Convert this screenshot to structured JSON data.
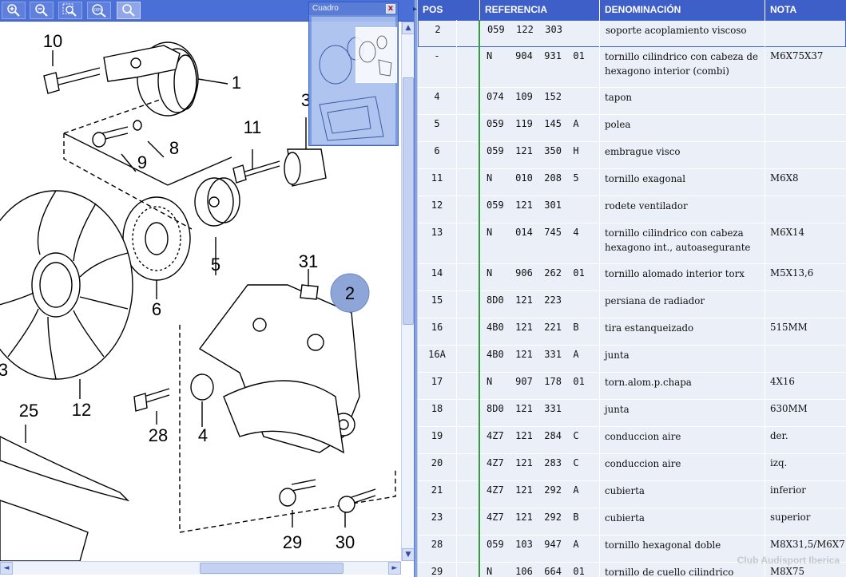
{
  "toolbar": {
    "buttons": [
      {
        "name": "zoom-in-icon"
      },
      {
        "name": "zoom-out-icon"
      },
      {
        "name": "zoom-area-icon"
      },
      {
        "name": "zoom-100-icon",
        "label": "100%"
      },
      {
        "name": "zoom-reset-icon"
      }
    ]
  },
  "overview": {
    "title": "Cuadro",
    "close_label": "x"
  },
  "callouts": [
    "10",
    "1",
    "9",
    "8",
    "11",
    "3",
    "5",
    "6",
    "31",
    "2",
    "12",
    "25",
    "28",
    "4",
    "29",
    "30",
    "3"
  ],
  "highlighted_callout": "2",
  "scroll": {
    "v_up": "▲",
    "v_down": "▼",
    "h_left": "◄",
    "h_right": "►",
    "split_arrow": "▸"
  },
  "table": {
    "headers": {
      "pos": "POS",
      "referencia": "REFERENCIA",
      "denominacion": "DENOMINACIÓN",
      "nota": "NOTA"
    },
    "rows": [
      {
        "pos": "2",
        "ref": "059  122  303",
        "den": "soporte acoplamiento viscoso",
        "nota": "",
        "selected": true
      },
      {
        "pos": "-",
        "ref": "N    904  931  01",
        "den": "tornillo cilindrico con cabeza de hexagono interior (combi)",
        "nota": "M6X75X37"
      },
      {
        "pos": "4",
        "ref": "074  109  152",
        "den": "tapon",
        "nota": ""
      },
      {
        "pos": "5",
        "ref": "059  119  145  A",
        "den": "polea",
        "nota": ""
      },
      {
        "pos": "6",
        "ref": "059  121  350  H",
        "den": "embrague visco",
        "nota": ""
      },
      {
        "pos": "11",
        "ref": "N    010  208  5",
        "den": "tornillo exagonal",
        "nota": "M6X8"
      },
      {
        "pos": "12",
        "ref": "059  121  301",
        "den": "rodete ventilador",
        "nota": ""
      },
      {
        "pos": "13",
        "ref": "N    014  745  4",
        "den": "tornillo cilindrico con cabeza hexagono int., autoasegurante",
        "nota": "M6X14"
      },
      {
        "pos": "14",
        "ref": "N    906  262  01",
        "den": "tornillo alomado interior torx",
        "nota": "M5X13,6"
      },
      {
        "pos": "15",
        "ref": "8D0  121  223",
        "den": "persiana de radiador",
        "nota": ""
      },
      {
        "pos": "16",
        "ref": "4B0  121  221  B",
        "den": "tira estanqueizado",
        "nota": "515MM"
      },
      {
        "pos": "16A",
        "ref": "4B0  121  331  A",
        "den": "junta",
        "nota": ""
      },
      {
        "pos": "17",
        "ref": "N    907  178  01",
        "den": "torn.alom.p.chapa",
        "nota": "4X16"
      },
      {
        "pos": "18",
        "ref": "8D0  121  331",
        "den": "junta",
        "nota": "630MM"
      },
      {
        "pos": "19",
        "ref": "4Z7  121  284  C",
        "den": "conduccion aire",
        "nota": "der."
      },
      {
        "pos": "20",
        "ref": "4Z7  121  283  C",
        "den": "conduccion aire",
        "nota": "izq."
      },
      {
        "pos": "21",
        "ref": "4Z7  121  292  A",
        "den": "cubierta",
        "nota": "inferior"
      },
      {
        "pos": "23",
        "ref": "4Z7  121  292  B",
        "den": "cubierta",
        "nota": "superior"
      },
      {
        "pos": "28",
        "ref": "059  103  947  A",
        "den": "tornillo hexagonal doble",
        "nota": "M8X31,5/M6X7"
      },
      {
        "pos": "29",
        "ref": "N    106  664  01",
        "den": "tornillo de cuello cilindrico",
        "nota": "M8X75"
      }
    ]
  },
  "watermark": "Club Audisport Iberica"
}
